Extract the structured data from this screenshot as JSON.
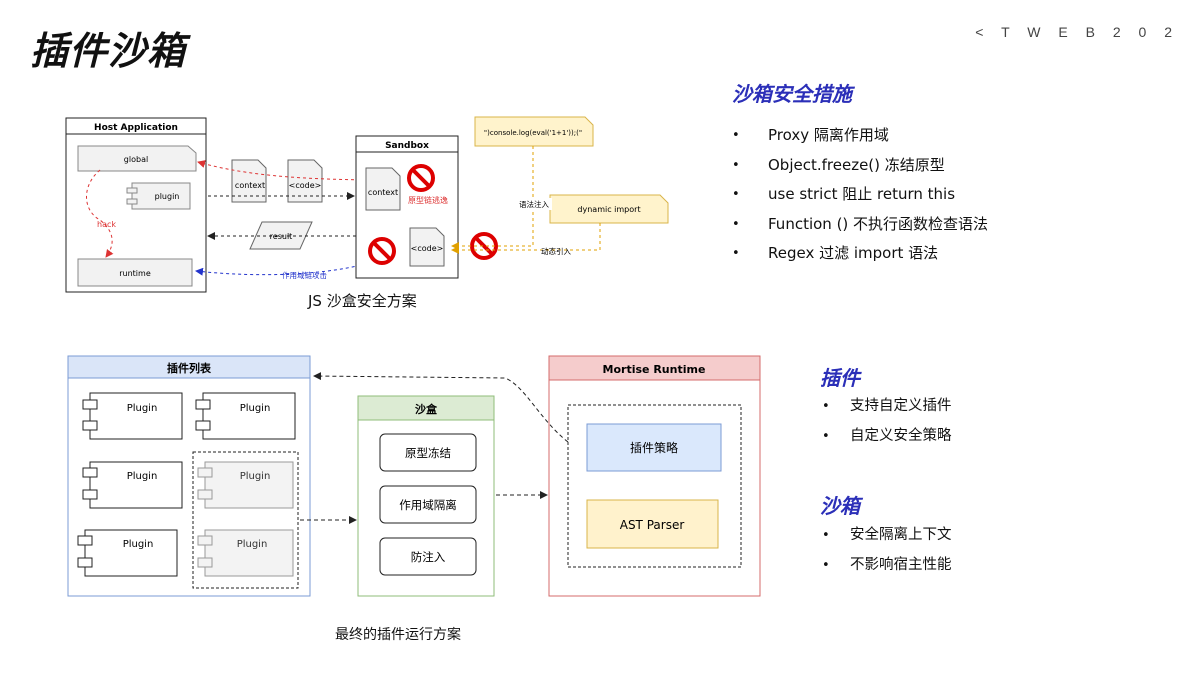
{
  "page": {
    "title": "插件沙箱",
    "brand": "< T W E B 2 0 2"
  },
  "measures": {
    "heading": "沙箱安全措施",
    "items": [
      "Proxy 隔离作用域",
      "Object.freeze() 冻结原型",
      "use strict 阻止 return this",
      "Function () 不执行函数检查语法",
      "Regex 过滤 import 语法"
    ]
  },
  "plugin_section": {
    "heading": "插件",
    "items": [
      "支持自定义插件",
      "自定义安全策略"
    ]
  },
  "sandbox_section": {
    "heading": "沙箱",
    "items": [
      "安全隔离上下文",
      "不影响宿主性能"
    ]
  },
  "diagram1": {
    "caption": "JS 沙盒安全方案",
    "host_title": "Host Application",
    "global": "global",
    "plugin": "plugin",
    "hack": "hack",
    "runtime": "runtime",
    "context_doc": "context",
    "code_doc": "<code>",
    "result": "result",
    "sandbox_title": "Sandbox",
    "sandbox_context": "context",
    "sandbox_code": "<code>",
    "proto_escape": "原型链逃逸",
    "scope_attack": "作用域链攻击",
    "inject_code": "\")console.log(eval('1+1'));(\"",
    "syntax_inject": "语法注入",
    "dynamic_import": "dynamic import",
    "dynamic_load": "动态引入"
  },
  "diagram2": {
    "caption": "最终的插件运行方案",
    "list_title": "插件列表",
    "plugins": [
      "Plugin",
      "Plugin",
      "Plugin",
      "Plugin",
      "Plugin",
      "Plugin"
    ],
    "sandbox_title": "沙盒",
    "sandbox_items": [
      "原型冻结",
      "作用域隔离",
      "防注入"
    ],
    "runtime_title": "Mortise Runtime",
    "strategy": "插件策略",
    "parser": "AST Parser"
  }
}
